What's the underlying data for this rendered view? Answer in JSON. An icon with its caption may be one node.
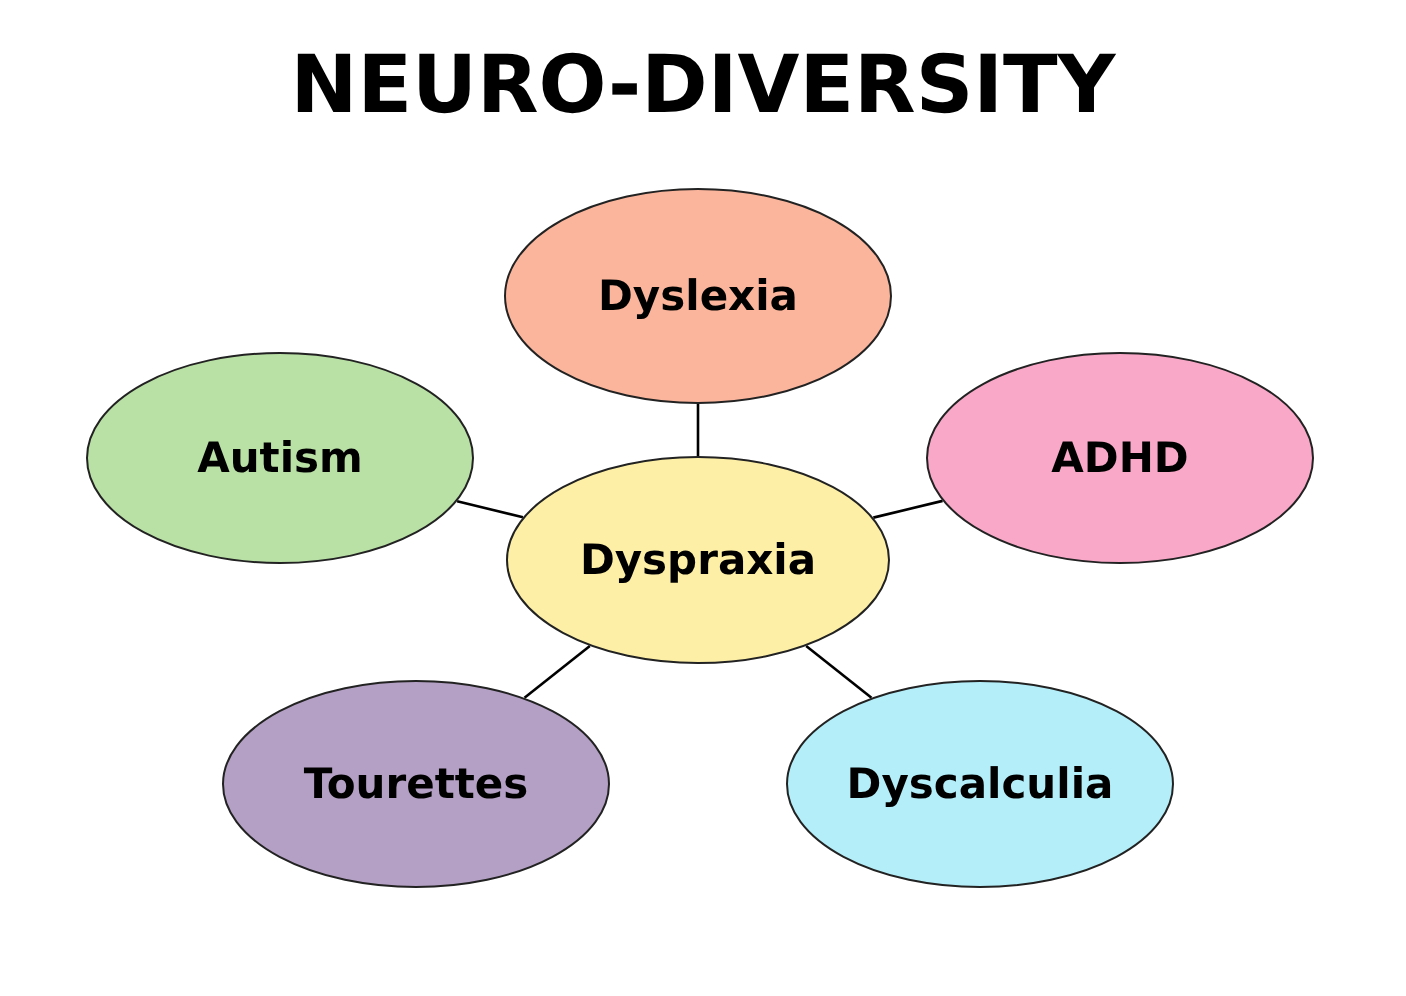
{
  "diagram": {
    "title": "NEURO-DIVERSITY",
    "nodes": [
      {
        "text": [
          "Dyslexia"
        ]
      },
      {
        "text": [
          "Autism"
        ]
      },
      {
        "text": [
          "ADHD"
        ]
      },
      {
        "text": [
          "Dyspraxia"
        ]
      },
      {
        "text": [
          "Tourettes"
        ]
      },
      {
        "text": [
          "Dyscalculia"
        ]
      }
    ],
    "edges": [
      {
        "from": 3,
        "to": 0,
        "arrow": "none"
      },
      {
        "from": 3,
        "to": 1,
        "arrow": "none"
      },
      {
        "from": 3,
        "to": 2,
        "arrow": "none"
      },
      {
        "from": 3,
        "to": 4,
        "arrow": "none"
      },
      {
        "from": 3,
        "to": 5,
        "arrow": "none"
      }
    ]
  }
}
